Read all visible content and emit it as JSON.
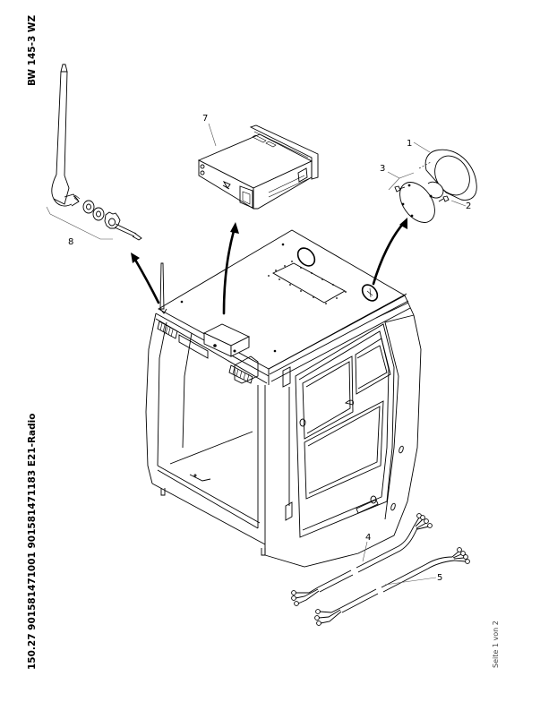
{
  "header": {
    "model": "BW 145-3 WZ",
    "caption": "150.27 901581471001 901581471183 E21-Radio"
  },
  "footer": {
    "page_indicator": "Seite 1 von 2"
  },
  "drawing": {
    "title": "E21-Radio exploded view",
    "callouts": [
      {
        "id": "1",
        "label": "1",
        "part": "speaker-housing"
      },
      {
        "id": "2",
        "label": "2",
        "part": "screw"
      },
      {
        "id": "3",
        "label": "3",
        "part": "speaker"
      },
      {
        "id": "4",
        "label": "4",
        "part": "cable-harness"
      },
      {
        "id": "5",
        "label": "5",
        "part": "cable-harness"
      },
      {
        "id": "7",
        "label": "7",
        "part": "radio-unit"
      },
      {
        "id": "8",
        "label": "8",
        "part": "antenna"
      }
    ]
  }
}
